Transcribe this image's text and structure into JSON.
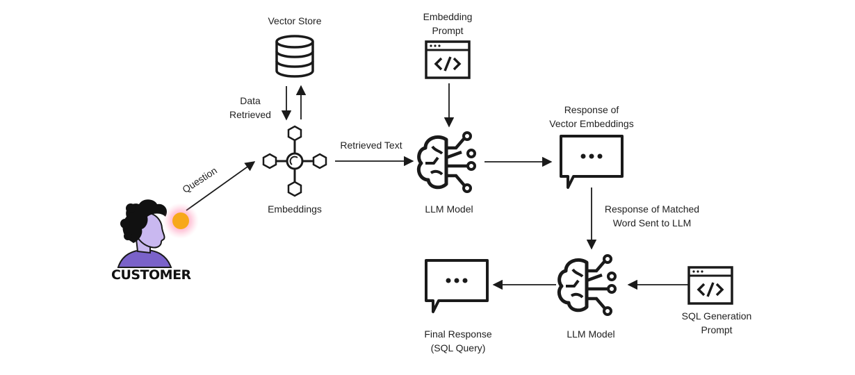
{
  "nodes": {
    "vector_store": "Vector Store",
    "embedding_prompt": [
      "Embedding",
      "Prompt"
    ],
    "data_retrieved": [
      "Data",
      "Retrieved"
    ],
    "embeddings": "Embeddings",
    "llm_model_top": "LLM Model",
    "response_vector": [
      "Response of",
      "Vector Embeddings"
    ],
    "response_matched": [
      "Response of Matched",
      "Word Sent to LLM"
    ],
    "llm_model_bottom": "LLM Model",
    "sql_prompt": [
      "SQL Generation",
      "Prompt"
    ],
    "final_response": [
      "Final Response",
      "(SQL Query)"
    ],
    "customer": "CUSTOMER"
  },
  "edges": {
    "question": "Question",
    "retrieved_text": "Retrieved Text"
  },
  "colors": {
    "stroke": "#1a1a1a",
    "customer_face": "#c9b8f0",
    "customer_shirt": "#7a62c9",
    "pointer_dot": "#f7a81b",
    "pointer_glow": "#ff5a8a"
  },
  "icons": [
    "database-icon",
    "code-window-icon",
    "embeddings-network-icon",
    "brain-circuit-icon",
    "chat-bubble-icon",
    "customer-avatar-icon"
  ]
}
